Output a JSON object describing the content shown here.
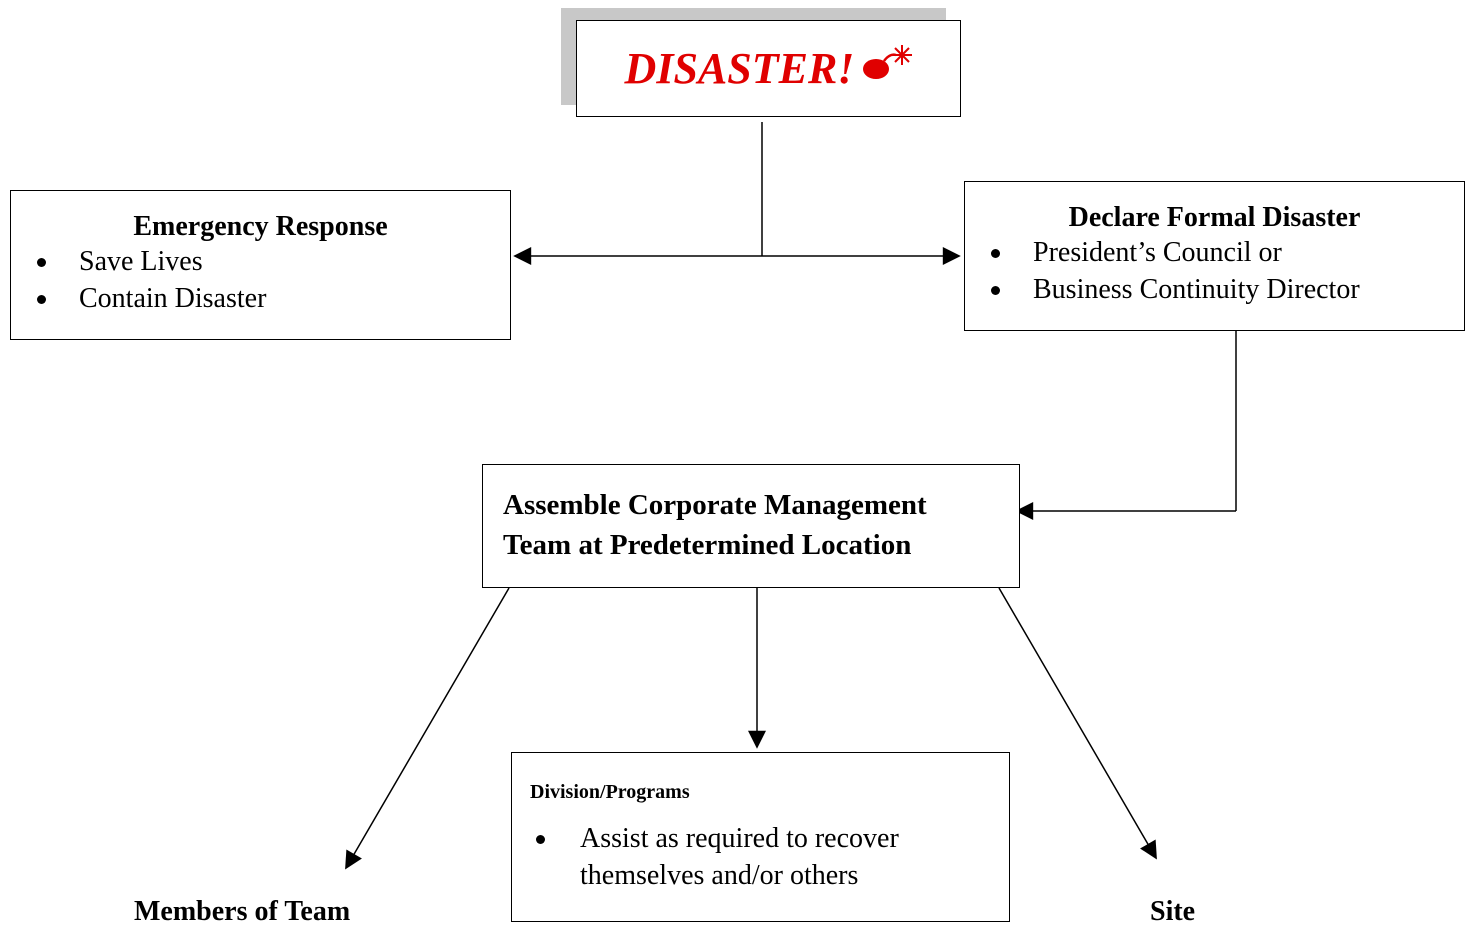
{
  "title": {
    "text": "DISASTER!",
    "icon": "bomb-icon",
    "color": "#e00000"
  },
  "emergency": {
    "heading": "Emergency Response",
    "items": [
      "Save Lives",
      "Contain Disaster"
    ]
  },
  "declare": {
    "heading": "Declare Formal Disaster",
    "items": [
      "President’s Council or",
      "Business Continuity Director"
    ]
  },
  "assemble": {
    "line1": "Assemble Corporate Management",
    "line2": "Team at Predetermined Location"
  },
  "division": {
    "heading": "Division/Programs",
    "items": [
      "Assist as required to recover themselves and/or others"
    ]
  },
  "cutoff": {
    "left": "Members of Team",
    "right": "Site"
  }
}
